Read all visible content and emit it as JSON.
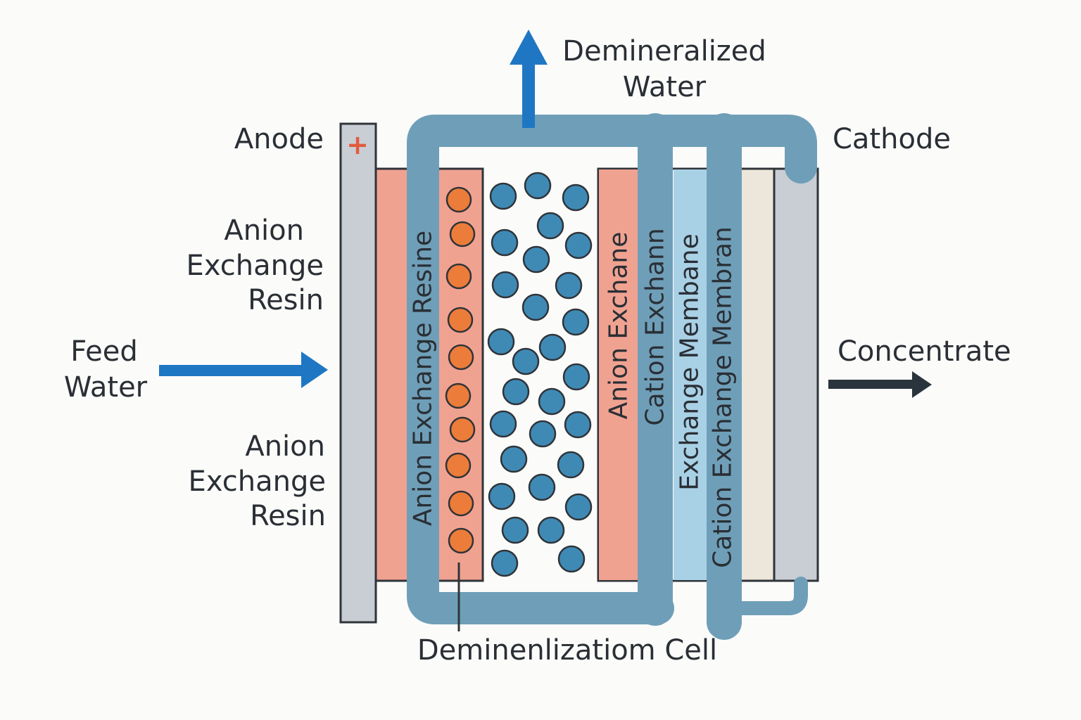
{
  "labels": {
    "anode": "Anode",
    "anode_sign": "+",
    "cathode": "Cathode",
    "demineralized_water": [
      "Demineralized",
      "Water"
    ],
    "feed_water": [
      "Feed",
      "Water"
    ],
    "concentrate": "Concentrate",
    "resin_top": [
      "Anion",
      "Exchange",
      "Resin"
    ],
    "resin_bottom": [
      "Anion",
      "Exchange",
      "Resin"
    ],
    "cell": "Deminenlizatiom Cell"
  },
  "layers": {
    "anion_exchange_resine": "Anion Exchange Resine",
    "anion_exchane": "Anion Exchane",
    "cation_exchann": "Cation Exchann",
    "exchange_membane": "Exchange Membane",
    "cation_exchange_membran": "Cation Exchange Membran"
  },
  "colors": {
    "flow_arrow": "#1f77c4",
    "out_arrow": "#2a343c",
    "tube": "#6f9fb8",
    "resin_salmon": "#f0a291",
    "resin_bead": "#ec7c3a",
    "ion_blue": "#3f8ab5",
    "membrane_light_blue": "#a9d1e6",
    "membrane_beige": "#ede6da",
    "electrode_gray": "#c9ced4",
    "outline": "#2f3439",
    "plus_sign": "#e25b3f"
  }
}
